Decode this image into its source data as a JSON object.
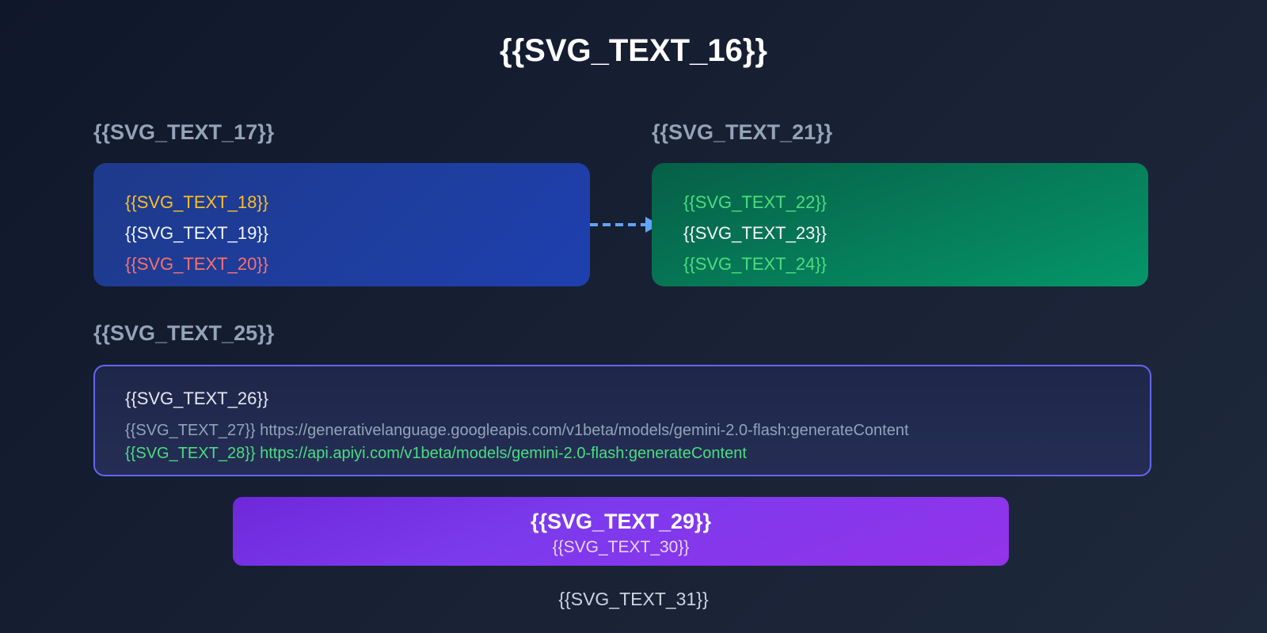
{
  "title": "{{SVG_TEXT_16}}",
  "left_panel": {
    "label": "{{SVG_TEXT_17}}",
    "lines": [
      {
        "text": "{{SVG_TEXT_18}}",
        "color": "#fbbf24"
      },
      {
        "text": "{{SVG_TEXT_19}}",
        "color": "#f1f5f9"
      },
      {
        "text": "{{SVG_TEXT_20}}",
        "color": "#f87171"
      }
    ]
  },
  "right_panel": {
    "label": "{{SVG_TEXT_21}}",
    "lines": [
      {
        "text": "{{SVG_TEXT_22}}",
        "color": "#4ade80"
      },
      {
        "text": "{{SVG_TEXT_23}}",
        "color": "#f1f5f9"
      },
      {
        "text": "{{SVG_TEXT_24}}",
        "color": "#4ade80"
      }
    ]
  },
  "arrow": {
    "style": "dashed",
    "color": "#60a5fa",
    "direction": "left-to-right"
  },
  "config_section": {
    "label": "{{SVG_TEXT_25}}",
    "heading": "{{SVG_TEXT_26}}",
    "old_label": "{{SVG_TEXT_27}}",
    "old_url": "https://generativelanguage.googleapis.com/v1beta/models/gemini-2.0-flash:generateContent",
    "new_label": "{{SVG_TEXT_28}}",
    "new_url": "https://api.apiyi.com/v1beta/models/gemini-2.0-flash:generateContent",
    "border_color": "#6366f1"
  },
  "banner": {
    "title": "{{SVG_TEXT_29}}",
    "subtitle": "{{SVG_TEXT_30}}"
  },
  "footer": "{{SVG_TEXT_31}}"
}
